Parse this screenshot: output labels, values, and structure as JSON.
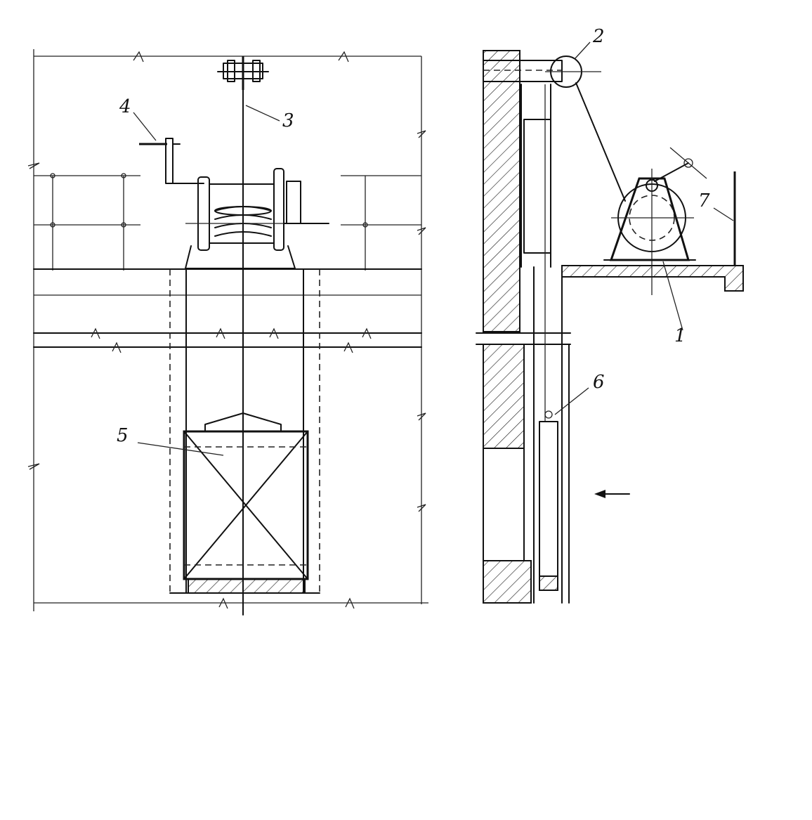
{
  "diagram": {
    "callouts": [
      {
        "id": "1",
        "text": "1"
      },
      {
        "id": "2",
        "text": "2"
      },
      {
        "id": "3",
        "text": "3"
      },
      {
        "id": "4",
        "text": "4"
      },
      {
        "id": "5",
        "text": "5"
      },
      {
        "id": "6",
        "text": "6"
      },
      {
        "id": "7",
        "text": "7"
      }
    ],
    "colors": {
      "ink": "#111111",
      "paper": "#ffffff"
    },
    "symbols": [
      "direction-arrow-icon"
    ]
  }
}
